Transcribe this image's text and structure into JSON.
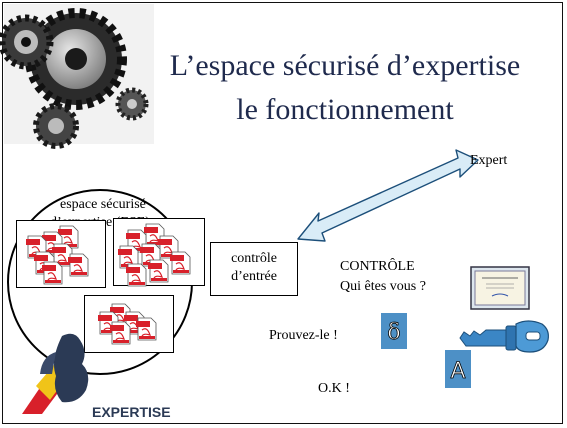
{
  "title": {
    "line1": "L’espace sécurisé d’expertise",
    "line2": "le fonctionnement"
  },
  "ese": {
    "line1": "espace sécurisé",
    "line2": "d’expertise (ESE)"
  },
  "controle_entree": {
    "line1": "contrôle",
    "line2": "d’entrée"
  },
  "expert_label": "Expert",
  "dialogue": {
    "controle": "CONTRÔLE",
    "question": "Qui êtes vous ?",
    "prouvez": "Prouvez-le !",
    "ok": "O.K !"
  },
  "pdf_icon": {
    "label_top": "PDF",
    "label_bottom": "Adobe"
  },
  "logo_text": "EXPERTISE",
  "colors": {
    "title": "#1f2a4d",
    "arrow_fill": "#d9ecf7",
    "arrow_stroke": "#1c4f7a",
    "symbol_tile": "#4d90c6",
    "pdf_red": "#d8202a",
    "key_blue": "#3b86c5"
  }
}
